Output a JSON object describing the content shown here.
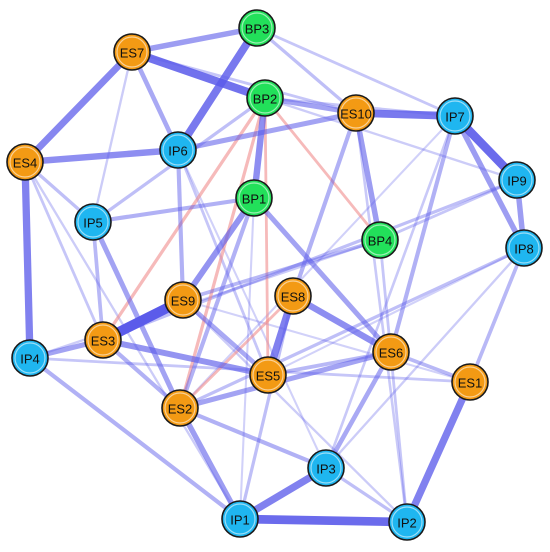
{
  "colors": {
    "ES": "#f39a14",
    "IP": "#1fb6f0",
    "BP": "#22e05a",
    "positive_edge": "#5b5bea",
    "negative_edge": "#f08c8c",
    "node_outline": "#1a1a1a"
  },
  "nodes": [
    {
      "id": "BP3",
      "label": "BP3",
      "group": "BP"
    },
    {
      "id": "BP2",
      "label": "BP2",
      "group": "BP"
    },
    {
      "id": "BP1",
      "label": "BP1",
      "group": "BP"
    },
    {
      "id": "BP4",
      "label": "BP4",
      "group": "BP"
    },
    {
      "id": "ES7",
      "label": "ES7",
      "group": "ES"
    },
    {
      "id": "ES4",
      "label": "ES4",
      "group": "ES"
    },
    {
      "id": "ES10",
      "label": "ES10",
      "group": "ES"
    },
    {
      "id": "ES9",
      "label": "ES9",
      "group": "ES"
    },
    {
      "id": "ES8",
      "label": "ES8",
      "group": "ES"
    },
    {
      "id": "ES3",
      "label": "ES3",
      "group": "ES"
    },
    {
      "id": "ES6",
      "label": "ES6",
      "group": "ES"
    },
    {
      "id": "ES5",
      "label": "ES5",
      "group": "ES"
    },
    {
      "id": "ES1",
      "label": "ES1",
      "group": "ES"
    },
    {
      "id": "ES2",
      "label": "ES2",
      "group": "ES"
    },
    {
      "id": "IP6",
      "label": "IP6",
      "group": "IP"
    },
    {
      "id": "IP7",
      "label": "IP7",
      "group": "IP"
    },
    {
      "id": "IP9",
      "label": "IP9",
      "group": "IP"
    },
    {
      "id": "IP5",
      "label": "IP5",
      "group": "IP"
    },
    {
      "id": "IP8",
      "label": "IP8",
      "group": "IP"
    },
    {
      "id": "IP4",
      "label": "IP4",
      "group": "IP"
    },
    {
      "id": "IP3",
      "label": "IP3",
      "group": "IP"
    },
    {
      "id": "IP1",
      "label": "IP1",
      "group": "IP"
    },
    {
      "id": "IP2",
      "label": "IP2",
      "group": "IP"
    }
  ],
  "edges": [
    {
      "from": "ES3",
      "to": "ES9",
      "weight": 1.0,
      "sign": "positive"
    },
    {
      "from": "IP1",
      "to": "IP2",
      "weight": 0.85,
      "sign": "positive"
    },
    {
      "from": "IP7",
      "to": "IP9",
      "weight": 0.85,
      "sign": "positive"
    },
    {
      "from": "ES7",
      "to": "BP2",
      "weight": 0.8,
      "sign": "positive"
    },
    {
      "from": "BP3",
      "to": "IP6",
      "weight": 0.75,
      "sign": "positive"
    },
    {
      "from": "ES10",
      "to": "IP7",
      "weight": 0.75,
      "sign": "positive"
    },
    {
      "from": "IP1",
      "to": "IP3",
      "weight": 0.7,
      "sign": "positive"
    },
    {
      "from": "ES1",
      "to": "IP2",
      "weight": 0.7,
      "sign": "positive"
    },
    {
      "from": "ES5",
      "to": "ES8",
      "weight": 0.7,
      "sign": "positive"
    },
    {
      "from": "ES4",
      "to": "IP4",
      "weight": 0.7,
      "sign": "positive"
    },
    {
      "from": "ES7",
      "to": "ES4",
      "weight": 0.65,
      "sign": "positive"
    },
    {
      "from": "ES8",
      "to": "ES6",
      "weight": 0.6,
      "sign": "positive"
    },
    {
      "from": "ES4",
      "to": "IP6",
      "weight": 0.6,
      "sign": "positive"
    },
    {
      "from": "BP2",
      "to": "BP1",
      "weight": 0.6,
      "sign": "positive"
    },
    {
      "from": "ES3",
      "to": "ES5",
      "weight": 0.55,
      "sign": "positive"
    },
    {
      "from": "BP1",
      "to": "ES9",
      "weight": 0.55,
      "sign": "positive"
    },
    {
      "from": "ES2",
      "to": "IP1",
      "weight": 0.5,
      "sign": "positive"
    },
    {
      "from": "IP8",
      "to": "IP9",
      "weight": 0.5,
      "sign": "positive"
    },
    {
      "from": "IP7",
      "to": "IP8",
      "weight": 0.5,
      "sign": "positive"
    },
    {
      "from": "ES7",
      "to": "BP3",
      "weight": 0.5,
      "sign": "positive"
    },
    {
      "from": "ES10",
      "to": "BP4",
      "weight": 0.5,
      "sign": "positive"
    },
    {
      "from": "BP2",
      "to": "ES10",
      "weight": 0.45,
      "sign": "positive"
    },
    {
      "from": "IP5",
      "to": "ES2",
      "weight": 0.45,
      "sign": "positive"
    },
    {
      "from": "ES2",
      "to": "ES6",
      "weight": 0.45,
      "sign": "positive"
    },
    {
      "from": "BP1",
      "to": "ES6",
      "weight": 0.45,
      "sign": "positive"
    },
    {
      "from": "ES3",
      "to": "IP4",
      "weight": 0.45,
      "sign": "positive"
    },
    {
      "from": "IP6",
      "to": "ES10",
      "weight": 0.45,
      "sign": "positive"
    },
    {
      "from": "IP3",
      "to": "ES6",
      "weight": 0.4,
      "sign": "positive"
    },
    {
      "from": "ES9",
      "to": "ES5",
      "weight": 0.4,
      "sign": "positive"
    },
    {
      "from": "ES7",
      "to": "IP6",
      "weight": 0.4,
      "sign": "positive"
    },
    {
      "from": "BP1",
      "to": "ES2",
      "weight": 0.35,
      "sign": "positive"
    },
    {
      "from": "ES10",
      "to": "ES8",
      "weight": 0.35,
      "sign": "positive"
    },
    {
      "from": "IP7",
      "to": "ES6",
      "weight": 0.35,
      "sign": "positive"
    },
    {
      "from": "ES3",
      "to": "ES2",
      "weight": 0.35,
      "sign": "positive"
    },
    {
      "from": "IP5",
      "to": "BP1",
      "weight": 0.35,
      "sign": "positive"
    },
    {
      "from": "IP4",
      "to": "IP1",
      "weight": 0.35,
      "sign": "positive"
    },
    {
      "from": "ES2",
      "to": "IP3",
      "weight": 0.35,
      "sign": "positive"
    },
    {
      "from": "IP6",
      "to": "ES9",
      "weight": 0.35,
      "sign": "positive"
    },
    {
      "from": "IP8",
      "to": "ES1",
      "weight": 0.3,
      "sign": "positive"
    },
    {
      "from": "BP4",
      "to": "ES9",
      "weight": 0.3,
      "sign": "positive"
    },
    {
      "from": "ES5",
      "to": "ES6",
      "weight": 0.3,
      "sign": "positive"
    },
    {
      "from": "IP5",
      "to": "ES3",
      "weight": 0.3,
      "sign": "positive"
    },
    {
      "from": "ES6",
      "to": "ES1",
      "weight": 0.3,
      "sign": "positive"
    },
    {
      "from": "IP9",
      "to": "ES3",
      "weight": 0.25,
      "sign": "positive"
    },
    {
      "from": "IP8",
      "to": "ES2",
      "weight": 0.25,
      "sign": "positive"
    },
    {
      "from": "BP3",
      "to": "ES10",
      "weight": 0.25,
      "sign": "positive"
    },
    {
      "from": "ES4",
      "to": "IP5",
      "weight": 0.25,
      "sign": "positive"
    },
    {
      "from": "IP3",
      "to": "IP2",
      "weight": 0.25,
      "sign": "positive"
    },
    {
      "from": "ES8",
      "to": "IP1",
      "weight": 0.25,
      "sign": "positive"
    },
    {
      "from": "IP5",
      "to": "BP2",
      "weight": 0.25,
      "sign": "positive"
    },
    {
      "from": "IP4",
      "to": "ES1",
      "weight": 0.2,
      "sign": "positive"
    },
    {
      "from": "IP6",
      "to": "ES5",
      "weight": 0.2,
      "sign": "positive"
    },
    {
      "from": "BP4",
      "to": "IP2",
      "weight": 0.2,
      "sign": "positive"
    },
    {
      "from": "BP2",
      "to": "IP7",
      "weight": 0.2,
      "sign": "positive"
    },
    {
      "from": "ES7",
      "to": "ES10",
      "weight": 0.2,
      "sign": "positive"
    },
    {
      "from": "BP3",
      "to": "IP7",
      "weight": 0.2,
      "sign": "positive"
    },
    {
      "from": "IP9",
      "to": "BP4",
      "weight": 0.2,
      "sign": "positive"
    },
    {
      "from": "ES4",
      "to": "ES3",
      "weight": 0.2,
      "sign": "positive"
    },
    {
      "from": "IP7",
      "to": "IP3",
      "weight": 0.18,
      "sign": "positive"
    },
    {
      "from": "ES10",
      "to": "IP2",
      "weight": 0.18,
      "sign": "positive"
    },
    {
      "from": "IP4",
      "to": "BP4",
      "weight": 0.15,
      "sign": "positive"
    },
    {
      "from": "IP8",
      "to": "IP3",
      "weight": 0.15,
      "sign": "positive"
    },
    {
      "from": "ES9",
      "to": "IP2",
      "weight": 0.15,
      "sign": "positive"
    },
    {
      "from": "ES4",
      "to": "IP1",
      "weight": 0.15,
      "sign": "positive"
    },
    {
      "from": "ES7",
      "to": "IP5",
      "weight": 0.15,
      "sign": "positive"
    },
    {
      "from": "BP2",
      "to": "IP9",
      "weight": 0.15,
      "sign": "positive"
    },
    {
      "from": "IP6",
      "to": "IP3",
      "weight": 0.12,
      "sign": "positive"
    },
    {
      "from": "BP1",
      "to": "IP1",
      "weight": 0.12,
      "sign": "positive"
    },
    {
      "from": "ES5",
      "to": "IP8",
      "weight": 0.12,
      "sign": "positive"
    },
    {
      "from": "ES9",
      "to": "ES1",
      "weight": 0.12,
      "sign": "positive"
    },
    {
      "from": "ES2",
      "to": "IP7",
      "weight": 0.12,
      "sign": "positive"
    },
    {
      "from": "BP2",
      "to": "ES3",
      "weight": 0.25,
      "sign": "negative"
    },
    {
      "from": "BP2",
      "to": "ES2",
      "weight": 0.25,
      "sign": "negative"
    },
    {
      "from": "BP2",
      "to": "ES5",
      "weight": 0.2,
      "sign": "negative"
    },
    {
      "from": "BP2",
      "to": "BP4",
      "weight": 0.2,
      "sign": "negative"
    },
    {
      "from": "ES8",
      "to": "ES2",
      "weight": 0.2,
      "sign": "negative"
    }
  ]
}
